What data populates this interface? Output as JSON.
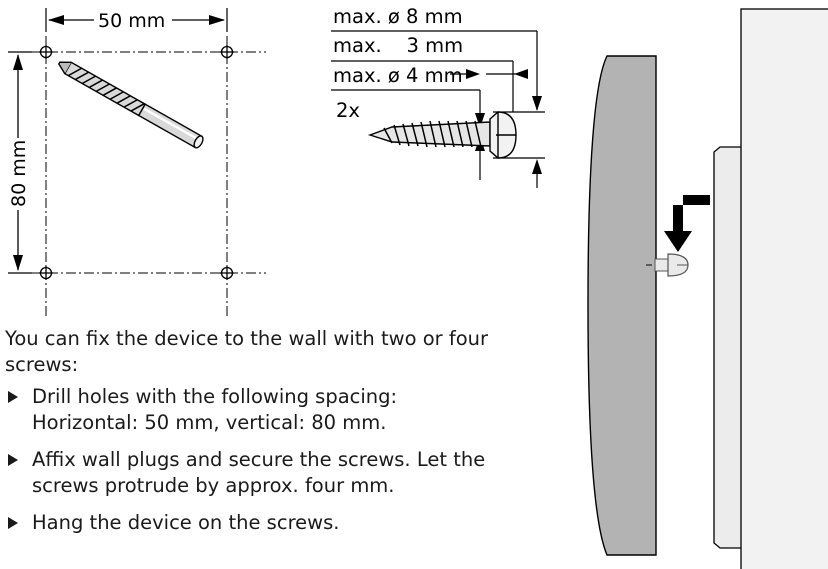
{
  "figure": {
    "horizontal_spacing_label": "50 mm",
    "vertical_spacing_label": "80 mm",
    "screw_head_diameter_label": "max. ø 8 mm",
    "screw_head_height_label": "max.    3 mm",
    "screw_shaft_diameter_label": "max. ø 4 mm",
    "quantity_label": "2x"
  },
  "text": {
    "intro": "You can fix the device to the wall with two or four screws:",
    "steps": [
      {
        "line1": "Drill holes with the following spacing:",
        "line2": "Horizontal: 50 mm, vertical: 80 mm."
      },
      {
        "line1": "Affix wall plugs and secure the screws. Let the",
        "line2": "screws protrude by approx. four mm."
      },
      {
        "line1": "Hang the device on the screws.",
        "line2": ""
      }
    ]
  }
}
